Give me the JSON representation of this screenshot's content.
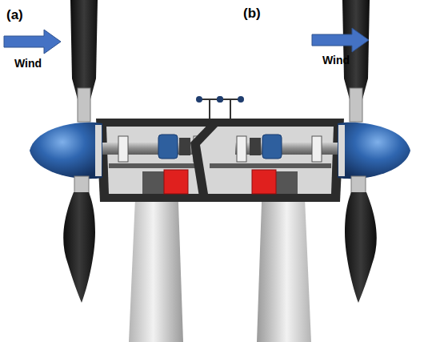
{
  "diagram": {
    "labels": [
      "(a)",
      "Wind",
      "(b)",
      "Wind"
    ]
  }
}
